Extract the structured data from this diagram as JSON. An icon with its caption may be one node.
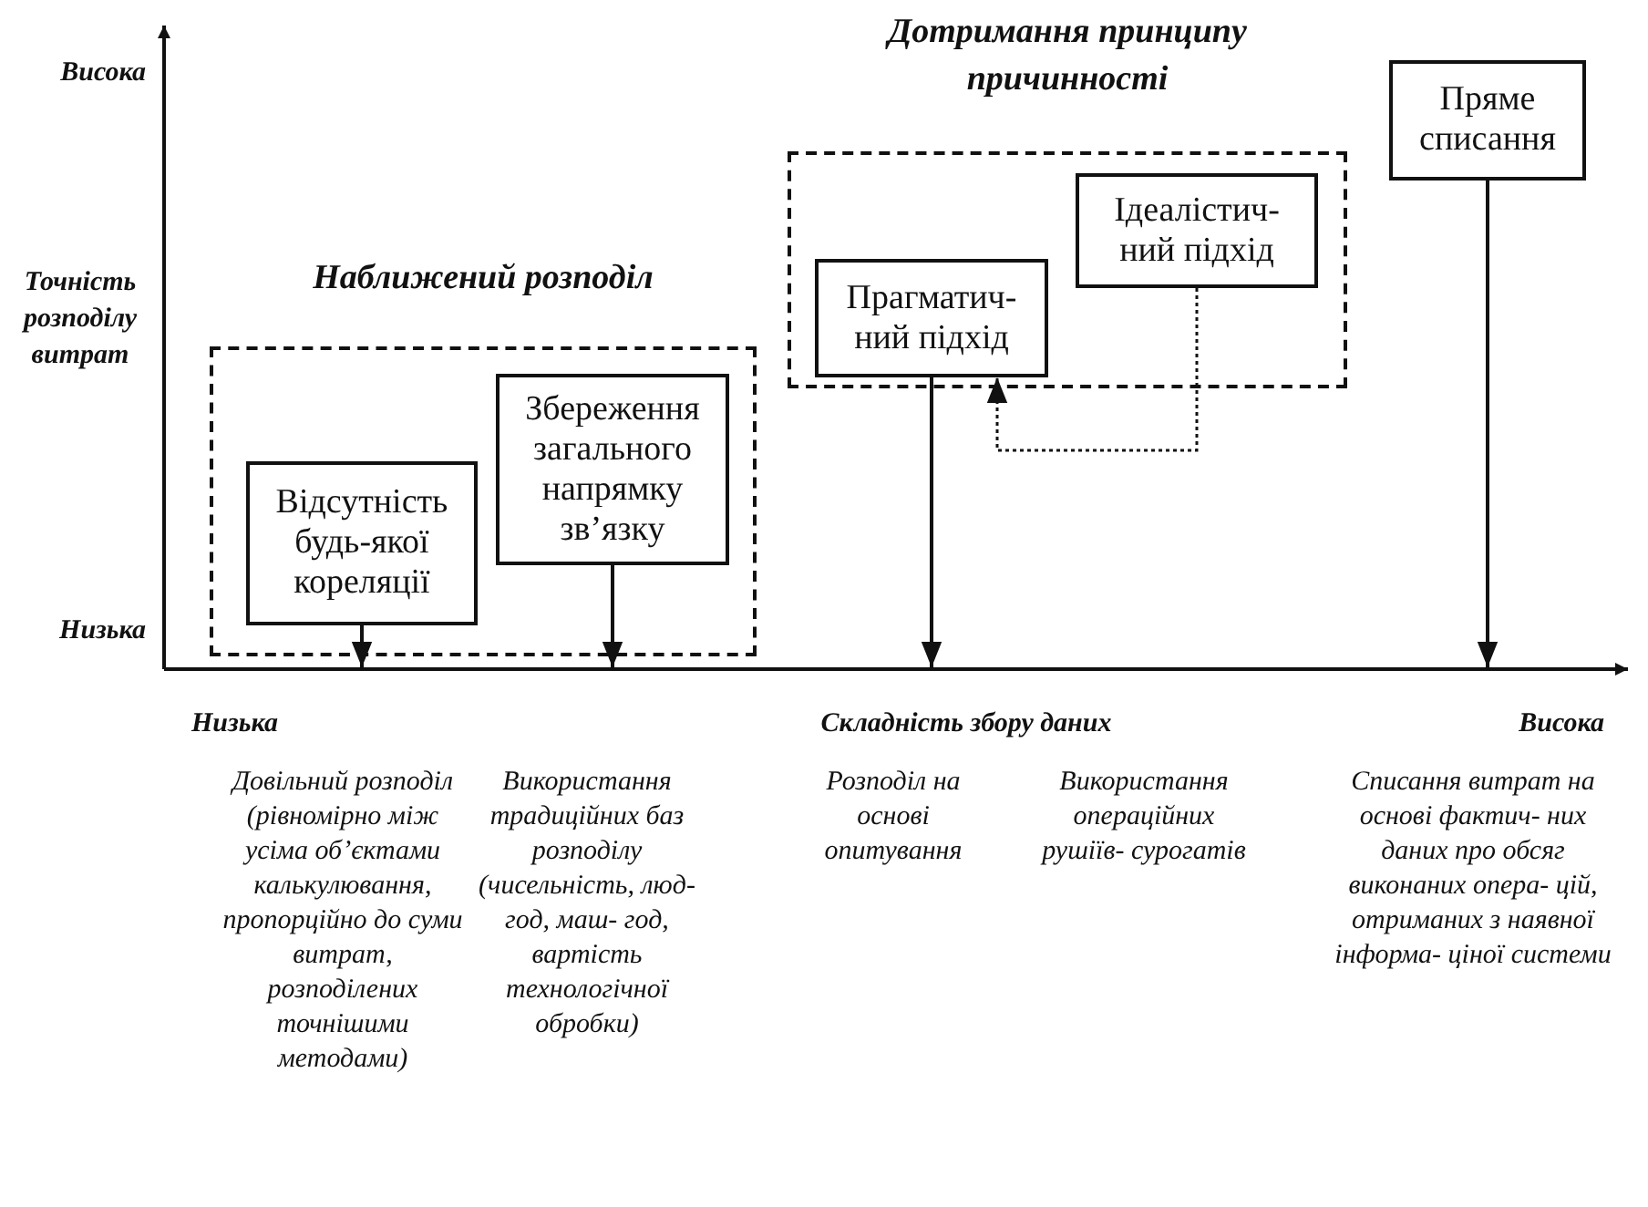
{
  "diagram": {
    "nodes": [
      {
        "text": [
          "Наближений розподіл"
        ]
      },
      {
        "text": [
          "Відсутність будь-якої кореляції"
        ],
        "in": 0
      },
      {
        "text": [
          "Збереження загального напрямку зв’язку"
        ],
        "in": 0
      },
      {
        "text": [
          "Дотримання принципу причинності"
        ]
      },
      {
        "text": [
          "Прагматич- ний підхід"
        ],
        "in": 3
      },
      {
        "text": [
          "Ідеалістич- ний підхід"
        ],
        "in": 3
      },
      {
        "text": [
          "Пряме списання"
        ]
      }
    ],
    "edges": [
      {
        "from": 1,
        "to": null,
        "arrow": "to"
      },
      {
        "from": 2,
        "to": null,
        "arrow": "to"
      },
      {
        "from": 4,
        "to": null,
        "arrow": "to"
      },
      {
        "from": 5,
        "to": 4,
        "arrow": "to",
        "style": "dashed"
      },
      {
        "from": 6,
        "to": null,
        "arrow": "to"
      }
    ],
    "labels": [
      "Висока",
      "Точність розподілу витрат",
      "Низька",
      "Низька",
      "Складність збору даних",
      "Висока",
      "Довільний розподіл (рівномірно між усіма об’єктами калькулювання, пропорційно до суми витрат, розподілених точнішими методами)",
      "Використання традиційних баз розподілу (чисельність, люд-год, маш- год, вартість технологічної обробки)",
      "Розподіл на основі опитування",
      "Використання операційних рушіїв- сурогатів",
      "Списання витрат на основі фактич- них даних про обсяг виконаних опера- цій, отриманих з наявної інформа- ціної системи"
    ]
  }
}
